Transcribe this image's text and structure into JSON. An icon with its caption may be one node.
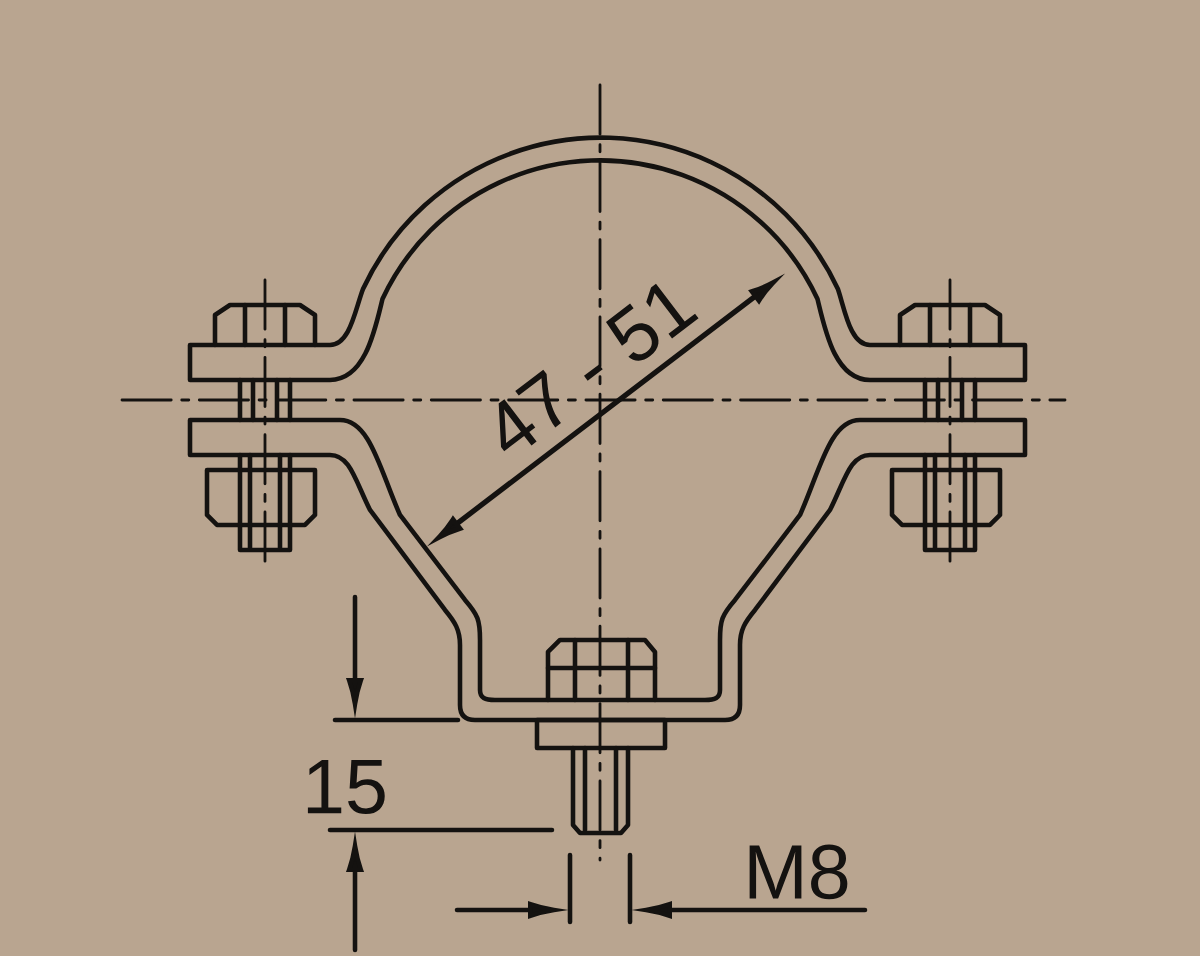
{
  "diagram": {
    "labels": [
      "47 - 51",
      "15",
      "M8"
    ]
  }
}
